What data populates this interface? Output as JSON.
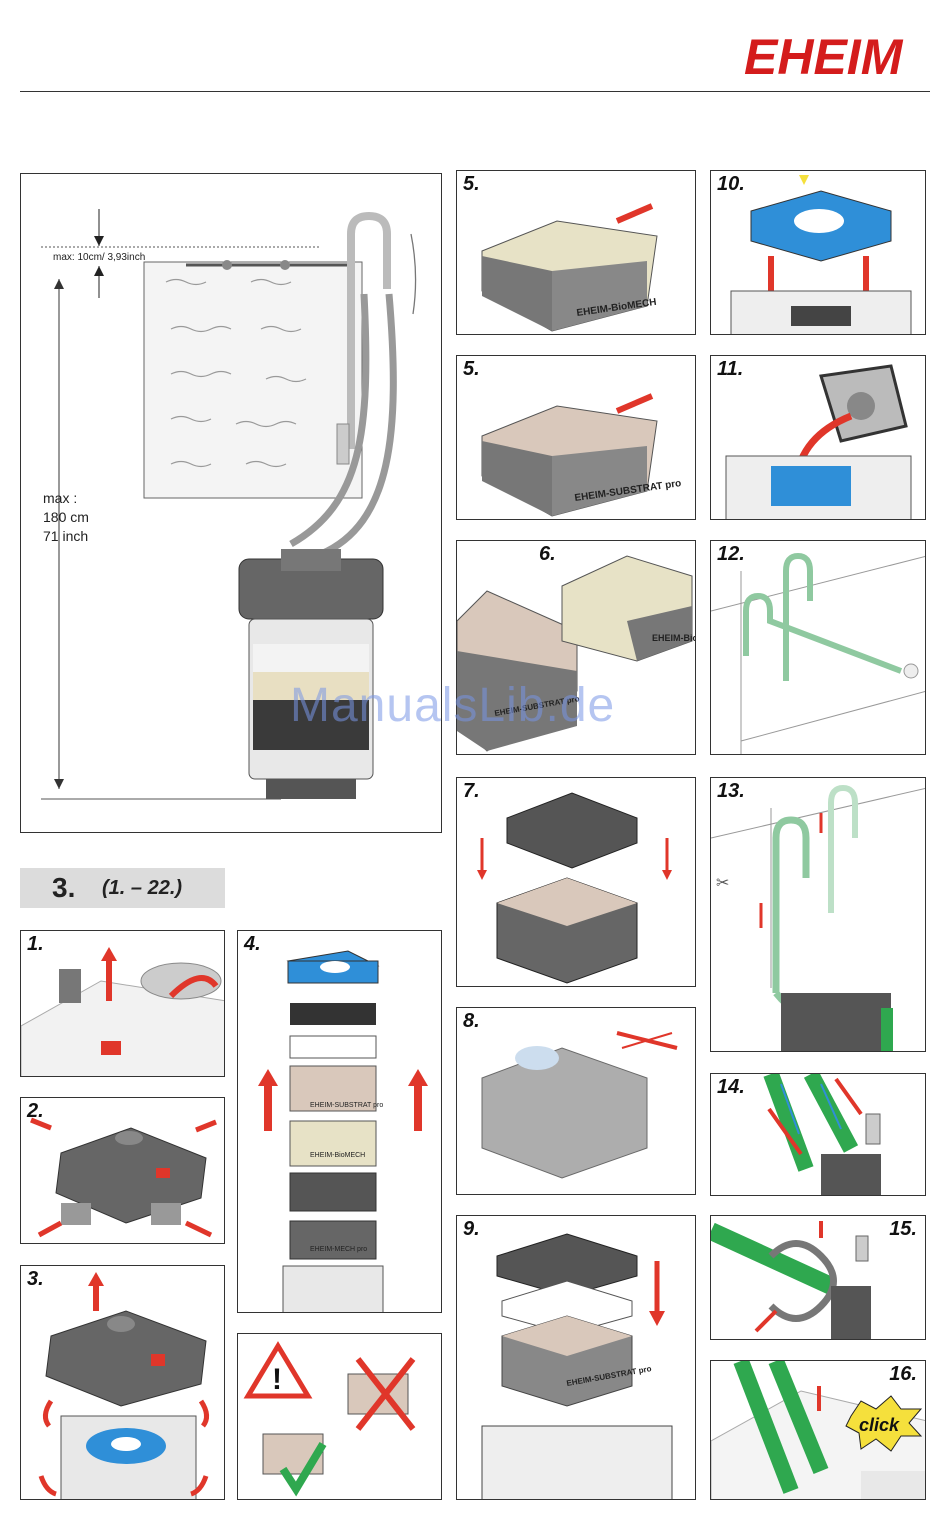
{
  "brand": {
    "logo_text": "EHEIM",
    "color": "#d41c1c"
  },
  "overview": {
    "max_height_label": "max: 10cm/ 3,93inch",
    "max_depth_lines": [
      "max :",
      "180 cm",
      "71 inch"
    ]
  },
  "section": {
    "number": "3.",
    "range": "(1. – 22.)"
  },
  "steps": {
    "s1": "1.",
    "s2": "2.",
    "s3": "3.",
    "s4": "4.",
    "s5a": "5.",
    "s5b": "5.",
    "s6": "6.",
    "s7": "7.",
    "s8": "8.",
    "s9": "9.",
    "s10": "10.",
    "s11": "11.",
    "s12": "12.",
    "s13": "13.",
    "s14": "14.",
    "s15": "15.",
    "s16": "16."
  },
  "labels": {
    "biomech": "EHEIM-BioMECH",
    "substrat": "EHEIM-SUBSTRAT pro",
    "biomech_short": "EHEIM-BioME",
    "mech_pro": "EHEIM-MECH pro",
    "click": "click"
  },
  "watermark": "ManualsLib.de",
  "colors": {
    "accent_red": "#e0362a",
    "blue": "#2f8fd8",
    "green": "#2fa84f",
    "hose_green": "#8fc9a0",
    "yellow": "#f5e03c"
  }
}
